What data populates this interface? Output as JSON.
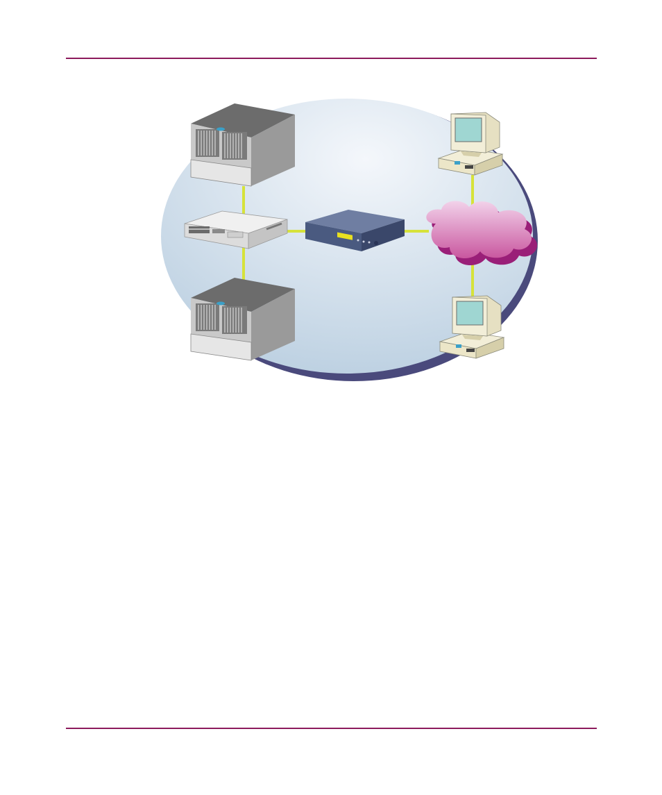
{
  "page": {
    "header_rule_color": "#8c1a5c",
    "footer_rule_color": "#8c1a5c"
  },
  "diagram": {
    "nodes": [
      {
        "id": "server-top",
        "kind": "rack-server"
      },
      {
        "id": "server-bottom",
        "kind": "rack-server"
      },
      {
        "id": "switch",
        "kind": "network-switch"
      },
      {
        "id": "appliance",
        "kind": "rack-appliance"
      },
      {
        "id": "cloud",
        "kind": "network-cloud"
      },
      {
        "id": "workstation-top",
        "kind": "desktop-computer"
      },
      {
        "id": "workstation-bottom",
        "kind": "desktop-computer"
      }
    ],
    "links": [
      {
        "from": "server-top",
        "to": "switch"
      },
      {
        "from": "switch",
        "to": "server-bottom"
      },
      {
        "from": "switch",
        "to": "appliance"
      },
      {
        "from": "appliance",
        "to": "cloud"
      },
      {
        "from": "cloud",
        "to": "workstation-top"
      },
      {
        "from": "cloud",
        "to": "workstation-bottom"
      }
    ],
    "colors": {
      "link": "#d6e23a",
      "cloud": "#c8549c",
      "cloud_shadow": "#9a1f78",
      "backdrop_light": "#f4f7fb",
      "backdrop_dark": "#bcd0e2",
      "backdrop_shadow": "#4a4a7c",
      "appliance_body": "#4a5a80",
      "display": "#e8e020",
      "screen": "#9fd6d2"
    }
  }
}
